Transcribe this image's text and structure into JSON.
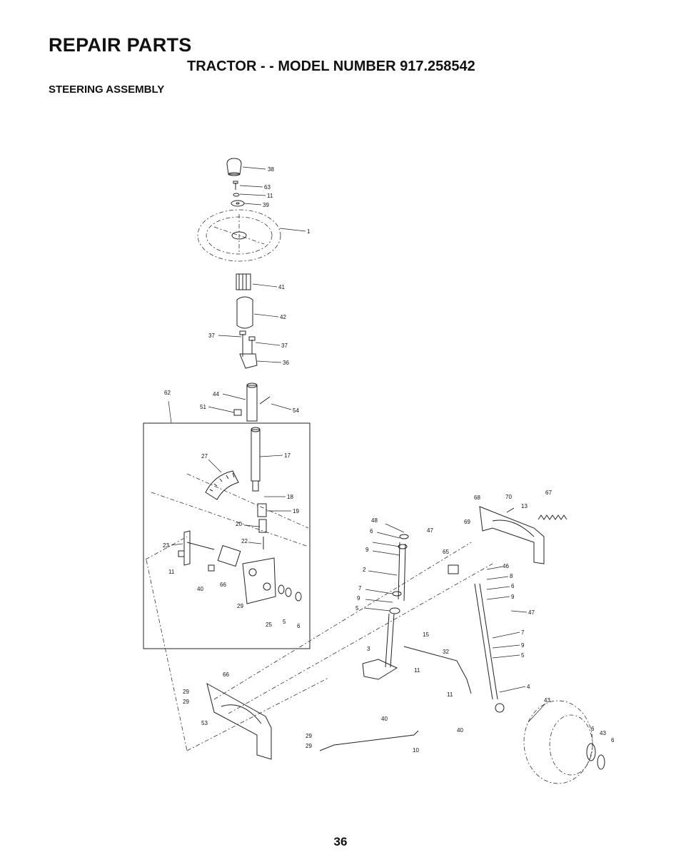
{
  "header": {
    "title": "REPAIR PARTS",
    "model": "TRACTOR - - MODEL NUMBER 917.258542",
    "section": "STEERING ASSEMBLY"
  },
  "page_number": "36",
  "callouts": [
    "38",
    "63",
    "11",
    "39",
    "1",
    "41",
    "42",
    "37",
    "37",
    "36",
    "62",
    "44",
    "51",
    "54",
    "17",
    "27",
    "18",
    "19",
    "20",
    "22",
    "23",
    "11",
    "40",
    "66",
    "29",
    "25",
    "5",
    "6",
    "68",
    "70",
    "13",
    "67",
    "69",
    "48",
    "6",
    "9",
    "47",
    "65",
    "2",
    "7",
    "9",
    "5",
    "15",
    "46",
    "8",
    "6",
    "9",
    "47",
    "7",
    "9",
    "5",
    "3",
    "32",
    "11",
    "66",
    "29",
    "29",
    "53",
    "40",
    "11",
    "40",
    "10",
    "4",
    "43",
    "6",
    "43",
    "6",
    "29",
    "29"
  ]
}
